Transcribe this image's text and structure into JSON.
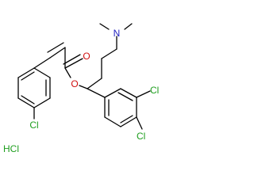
{
  "molecule": {
    "atoms": {
      "n": {
        "symbol": "N",
        "color": "#1f1fbf"
      },
      "o_ester": {
        "symbol": "O",
        "color": "#d01010"
      },
      "o_carbonyl": {
        "symbol": "O",
        "color": "#d01010"
      },
      "cl_left": {
        "symbol": "Cl",
        "color": "#1e9e1e"
      },
      "cl_top": {
        "symbol": "Cl",
        "color": "#1e9e1e"
      },
      "cl_bottom": {
        "symbol": "Cl",
        "color": "#1e9e1e"
      }
    },
    "salt": {
      "label": "HCl",
      "color": "#1e9e1e"
    }
  }
}
